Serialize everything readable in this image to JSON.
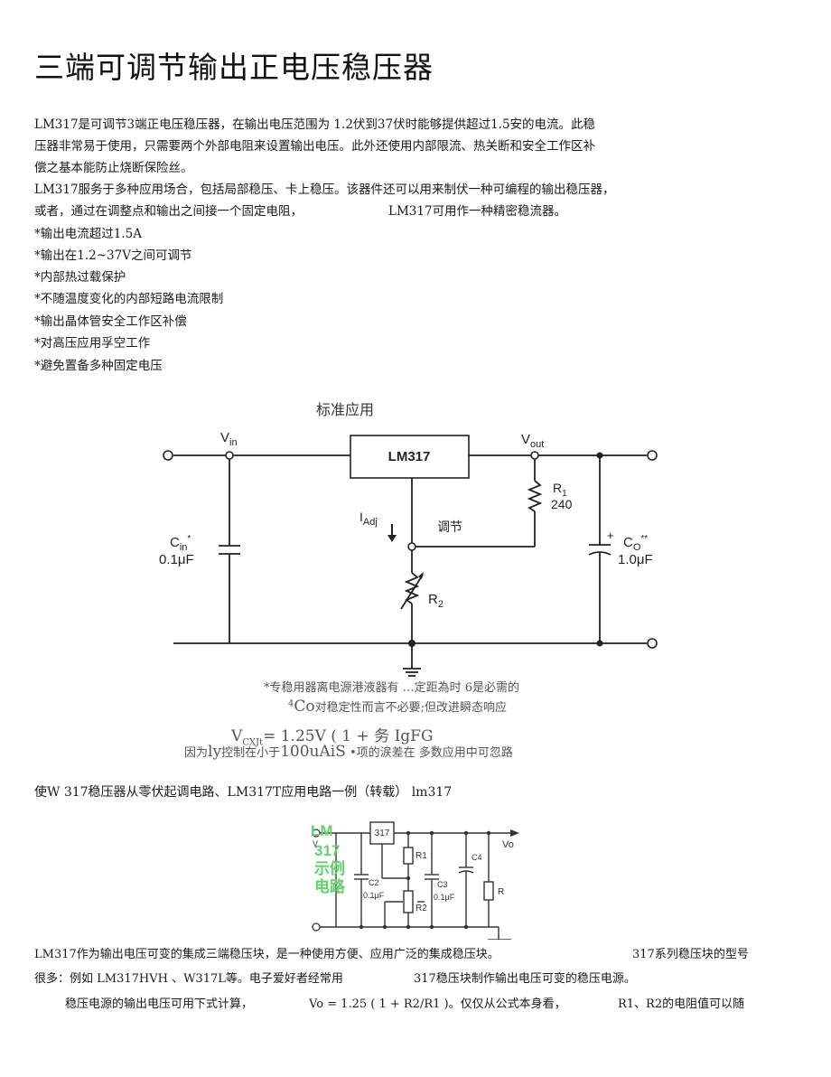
{
  "title": "三端可调节输出正电压稳压器",
  "intro": [
    "LM317是可调节3端正电压稳压器，在输出电压范围为 1.2伏到37伏时能够提供超过1.5安的电流。此稳",
    "压器非常易于使用，只需要两个外部电阻来设置输出电压。此外还使用内部限流、热关断和安全工作区补",
    "偿之基本能防止烧断保险丝。",
    "LM317服务于多种应用场合，包括局部稳压、卡上稳压。该器件还可以用来制伏一种可编程的输出稳压器，"
  ],
  "intro_split": {
    "a": "或者，通过在调整点和输出之间接一个固定电阻，",
    "b": "LM317可用作一种精密稳流器。"
  },
  "features": [
    "*输出电流超过1.5A",
    "*输出在1.2~37V之间可调节",
    "*内部热过载保护",
    "*不随温度变化的内部短路电流限制",
    "*输出晶体管安全工作区补偿",
    "*对高压应用孚空工作",
    "*避免置备多种固定电压"
  ],
  "diagram1": {
    "caption": "标准应用",
    "chip": "LM317",
    "vin": "V",
    "vin_sub": "in",
    "vout": "V",
    "vout_sub": "out",
    "r1": "R",
    "r1_sub": "1",
    "r1_val": "240",
    "iadj": "I",
    "iadj_sub": "Adj",
    "adj_label": "调节",
    "cin": "C",
    "cin_sub": "in",
    "cin_star": "*",
    "cin_val": "0.1μF",
    "co": "C",
    "co_sub": "O",
    "co_star": "**",
    "co_plus": "+",
    "co_val": "1.0μF",
    "r2": "R",
    "r2_sub": "2"
  },
  "note1": "*专稳用器离电源港液器有 …定距為时 6是必需的",
  "note2_sup": "4",
  "note2_big": "Co",
  "note2_rest": "对稳定性而言不必要;但改进瞬态响应",
  "formula": {
    "a": "V",
    "sub": "CXJt",
    "b": "= 1.25V ( 1 + 务 IgFG"
  },
  "note3": {
    "a": "因为",
    "big1": "ly",
    "b": "控制在小于",
    "big2": "100uAiS",
    "c": " •项的涙差在 多数应用中可忽路"
  },
  "heading2": "使W 317稳压器从零伏起调电路、LM317T应用电路一例（转载） lm317",
  "diagram2": {
    "chip": "317",
    "vo": "Vo",
    "r1": "R1",
    "r2": "R2",
    "r": "R",
    "c2": "C2",
    "c2_val": "0.1μF",
    "c3": "C3",
    "c3_val": "0.1μF",
    "c4": "C4",
    "watermark": [
      "LM",
      "317",
      "示例",
      "电路"
    ],
    "tiny": "V"
  },
  "footer": {
    "l1a": "LM317作为输出电压可变的集成三端稳压块，是一种使用方便、应用广泛的集成稳压块。",
    "l1b": "317系列稳压块的型号",
    "l2a": "很多：例如 LM317HVH 、W317L等。电子爱好者经常用",
    "l2b": "317稳压块制作输出电压可变的稳压电源。",
    "l3a": "稳压电源的输出电压可用下式计算，",
    "l3b": "Vo = 1.25 ( 1 + R2/R1 )。仅仅从公式本身看，",
    "l3c": "R1、R2的电阻值可以随"
  }
}
